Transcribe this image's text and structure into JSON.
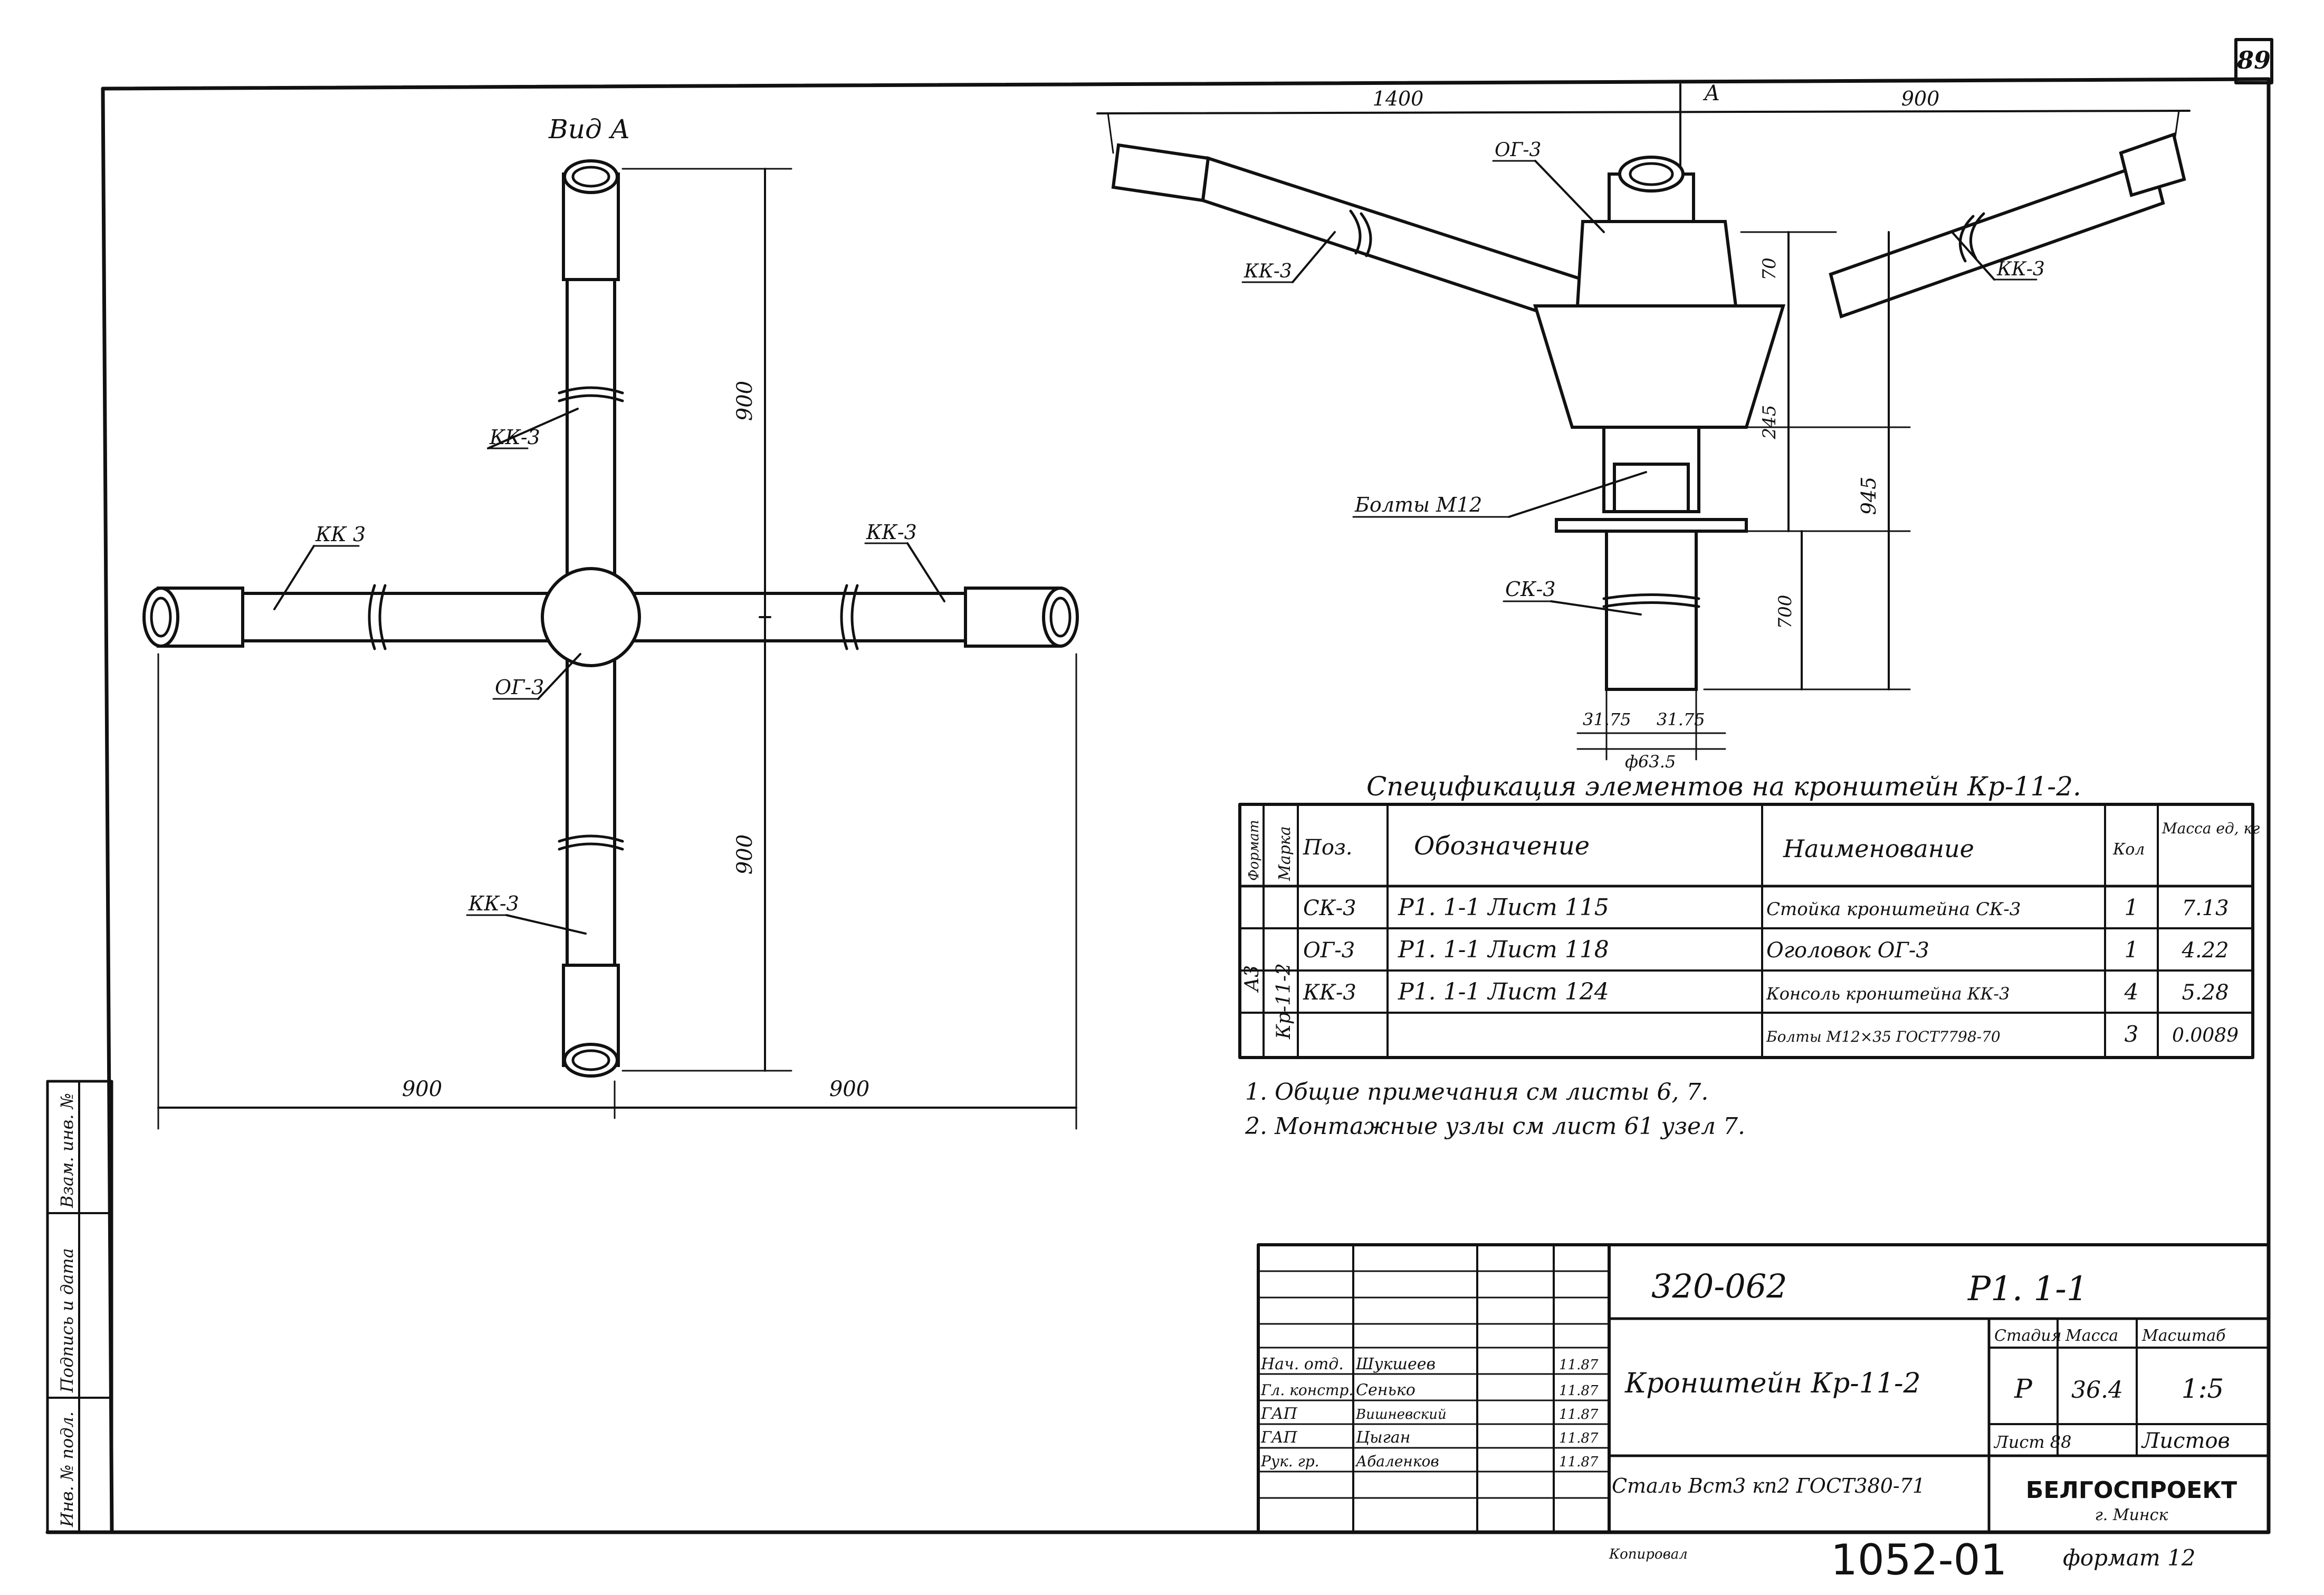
{
  "sheet_number": "89",
  "view_a": {
    "title": "Вид А",
    "dim_top": "900",
    "dim_bottom": "900",
    "dim_left": "900",
    "dim_right": "900",
    "callouts": {
      "kk3_top": "КК-3",
      "kk3_left": "КК 3",
      "kk3_right": "КК-3",
      "kk3_bottom": "КК-3",
      "og3": "ОГ-3"
    }
  },
  "elevation": {
    "dim_left_top": "1400",
    "marker_a": "А",
    "dim_right_top": "900",
    "callouts": {
      "og3": "ОГ-3",
      "kk3_left": "КК-3",
      "kk3_right": "КК-3",
      "bolts": "Болты М12",
      "sk3": "СК-3"
    },
    "dim_70": "70",
    "dim_245": "245",
    "dim_945": "945",
    "dim_700": "700",
    "dim_bottom_left": "31.75",
    "dim_bottom_right": "31.75",
    "dim_diameter": "ф63.5"
  },
  "specification": {
    "title": "Спецификация элементов на кронштейн Кр-11-2.",
    "headers": {
      "format": "Формат",
      "mark": "Марка",
      "pos": "Поз.",
      "designation": "Обозначение",
      "name": "Наименование",
      "qty": "Кол",
      "mass": "Масса ед, кг"
    },
    "format_value": "А3",
    "mark_value": "Кр-11-2",
    "rows": [
      {
        "pos": "СК-3",
        "designation": "Р1. 1-1  Лист  115",
        "name": "Стойка кронштейна СК-3",
        "qty": "1",
        "mass": "7.13"
      },
      {
        "pos": "ОГ-3",
        "designation": "Р1. 1-1  Лист  118",
        "name": "Оголовок ОГ-3",
        "qty": "1",
        "mass": "4.22"
      },
      {
        "pos": "КК-3",
        "designation": "Р1. 1-1  Лист  124",
        "name": "Консоль кронштейна КК-3",
        "qty": "4",
        "mass": "5.28"
      },
      {
        "pos": "",
        "designation": "",
        "name": "Болты М12×35 ГОСТ7798-70",
        "qty": "3",
        "mass": "0.0089"
      }
    ]
  },
  "notes": [
    "1. Общие примечания см  листы  6, 7.",
    "2. Монтажные узлы см  лист  61   узел 7."
  ],
  "side_stamp": [
    "Инв. № подл.",
    "Подпись и дата",
    "Взам. инв. №"
  ],
  "title_block": {
    "project_code": "320-062",
    "sheet_code": "Р1. 1-1",
    "title": "Кронштейн Кр-11-2",
    "material": "Сталь Вст3 кп2 ГОСТ380-71",
    "stage_label": "Стадия",
    "mass_label": "Масса",
    "scale_label": "Масштаб",
    "stage": "Р",
    "mass": "36.4",
    "scale": "1:5",
    "sheet_label": "Лист 88",
    "sheets_label": "Листов",
    "organization": "БЕЛГОСПРОЕКТ",
    "city": "г. Минск",
    "signatures": [
      {
        "role": "Нач. отд.",
        "name": "Шукшеев",
        "date": "11.87"
      },
      {
        "role": "Гл. констр.",
        "name": "Сенько",
        "date": "11.87"
      },
      {
        "role": "ГАП",
        "name": "Вишневский",
        "date": "11.87"
      },
      {
        "role": "ГАП",
        "name": "Цыган",
        "date": "11.87"
      },
      {
        "role": "Рук. гр.",
        "name": "Абаленков",
        "date": "11.87"
      }
    ]
  },
  "footer": {
    "copied": "Копировал",
    "number": "1052-01",
    "format": "формат 12"
  }
}
